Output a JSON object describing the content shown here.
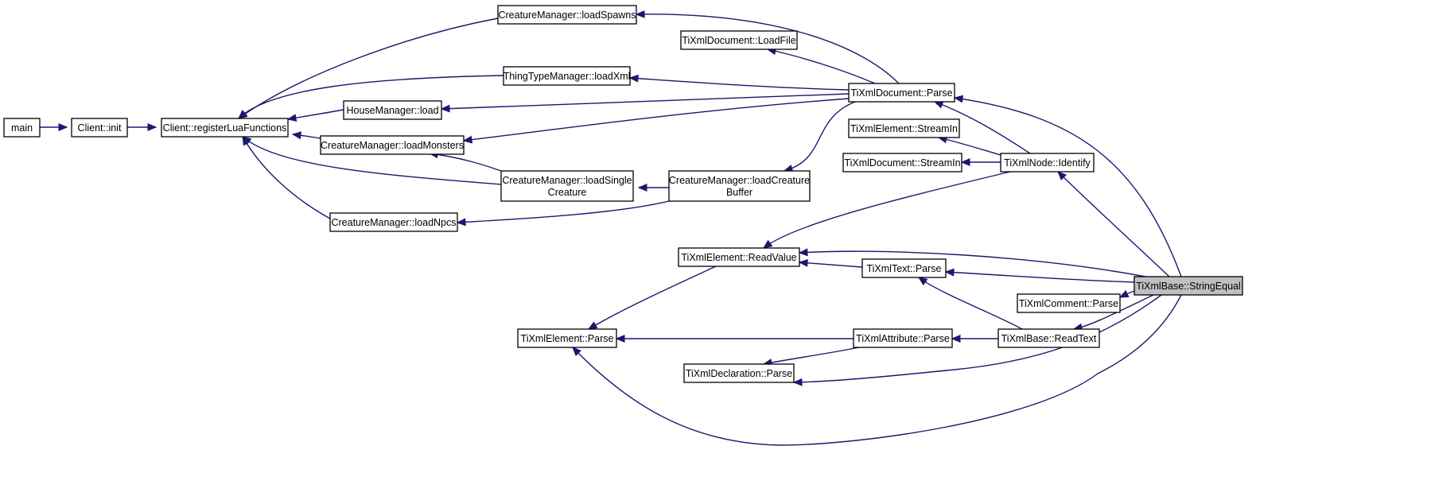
{
  "graph": {
    "edge_color": "#191970",
    "focus_fill": "#bfbfbf",
    "nodes": [
      {
        "id": "main",
        "label": "main",
        "interactable": true
      },
      {
        "id": "client_init",
        "label": "Client::init",
        "interactable": true
      },
      {
        "id": "register",
        "label": "Client::registerLuaFunctions",
        "interactable": true
      },
      {
        "id": "load_spawns",
        "label": "CreatureManager::loadSpawns",
        "interactable": true
      },
      {
        "id": "load_xml",
        "label": "ThingTypeManager::loadXml",
        "interactable": true
      },
      {
        "id": "house_load",
        "label": "HouseManager::load",
        "interactable": true
      },
      {
        "id": "load_monsters",
        "label": "CreatureManager::loadMonsters",
        "interactable": true
      },
      {
        "id": "load_single",
        "label": [
          "CreatureManager::loadSingle",
          "Creature"
        ],
        "interactable": true
      },
      {
        "id": "load_npcs",
        "label": "CreatureManager::loadNpcs",
        "interactable": true
      },
      {
        "id": "load_buffer",
        "label": [
          "CreatureManager::loadCreature",
          "Buffer"
        ],
        "interactable": true
      },
      {
        "id": "doc_loadfile",
        "label": "TiXmlDocument::LoadFile",
        "interactable": true
      },
      {
        "id": "doc_parse",
        "label": "TiXmlDocument::Parse",
        "interactable": true
      },
      {
        "id": "elem_streamin",
        "label": "TiXmlElement::StreamIn",
        "interactable": true
      },
      {
        "id": "doc_streamin",
        "label": "TiXmlDocument::StreamIn",
        "interactable": true
      },
      {
        "id": "node_identify",
        "label": "TiXmlNode::Identify",
        "interactable": true
      },
      {
        "id": "elem_readvalue",
        "label": "TiXmlElement::ReadValue",
        "interactable": true
      },
      {
        "id": "text_parse",
        "label": "TiXmlText::Parse",
        "interactable": true
      },
      {
        "id": "comment_parse",
        "label": "TiXmlComment::Parse",
        "interactable": true
      },
      {
        "id": "elem_parse",
        "label": "TiXmlElement::Parse",
        "interactable": true
      },
      {
        "id": "attr_parse",
        "label": "TiXmlAttribute::Parse",
        "interactable": true
      },
      {
        "id": "base_readtext",
        "label": "TiXmlBase::ReadText",
        "interactable": true
      },
      {
        "id": "decl_parse",
        "label": "TiXmlDeclaration::Parse",
        "interactable": true
      },
      {
        "id": "string_equal",
        "label": "TiXmlBase::StringEqual",
        "interactable": false
      }
    ],
    "edges": [
      {
        "from": "main",
        "to": "client_init"
      },
      {
        "from": "client_init",
        "to": "register"
      },
      {
        "from": "load_spawns",
        "to": "register"
      },
      {
        "from": "load_xml",
        "to": "register"
      },
      {
        "from": "house_load",
        "to": "register"
      },
      {
        "from": "load_monsters",
        "to": "register"
      },
      {
        "from": "load_single",
        "to": "register"
      },
      {
        "from": "load_npcs",
        "to": "register"
      },
      {
        "from": "load_single",
        "to": "load_monsters"
      },
      {
        "from": "load_buffer",
        "to": "load_single"
      },
      {
        "from": "load_buffer",
        "to": "load_npcs"
      },
      {
        "from": "doc_parse",
        "to": "load_spawns"
      },
      {
        "from": "doc_parse",
        "to": "doc_loadfile"
      },
      {
        "from": "doc_parse",
        "to": "load_xml"
      },
      {
        "from": "doc_parse",
        "to": "house_load"
      },
      {
        "from": "doc_parse",
        "to": "load_monsters"
      },
      {
        "from": "doc_parse",
        "to": "load_buffer"
      },
      {
        "from": "node_identify",
        "to": "doc_parse"
      },
      {
        "from": "node_identify",
        "to": "elem_streamin"
      },
      {
        "from": "node_identify",
        "to": "doc_streamin"
      },
      {
        "from": "node_identify",
        "to": "elem_readvalue"
      },
      {
        "from": "elem_readvalue",
        "to": "elem_parse"
      },
      {
        "from": "text_parse",
        "to": "elem_readvalue"
      },
      {
        "from": "attr_parse",
        "to": "elem_parse"
      },
      {
        "from": "attr_parse",
        "to": "decl_parse"
      },
      {
        "from": "base_readtext",
        "to": "text_parse"
      },
      {
        "from": "base_readtext",
        "to": "attr_parse"
      },
      {
        "from": "string_equal",
        "to": "doc_parse"
      },
      {
        "from": "string_equal",
        "to": "node_identify"
      },
      {
        "from": "string_equal",
        "to": "elem_readvalue"
      },
      {
        "from": "string_equal",
        "to": "text_parse"
      },
      {
        "from": "string_equal",
        "to": "comment_parse"
      },
      {
        "from": "string_equal",
        "to": "base_readtext"
      },
      {
        "from": "string_equal",
        "to": "decl_parse"
      },
      {
        "from": "string_equal",
        "to": "elem_parse"
      }
    ]
  }
}
